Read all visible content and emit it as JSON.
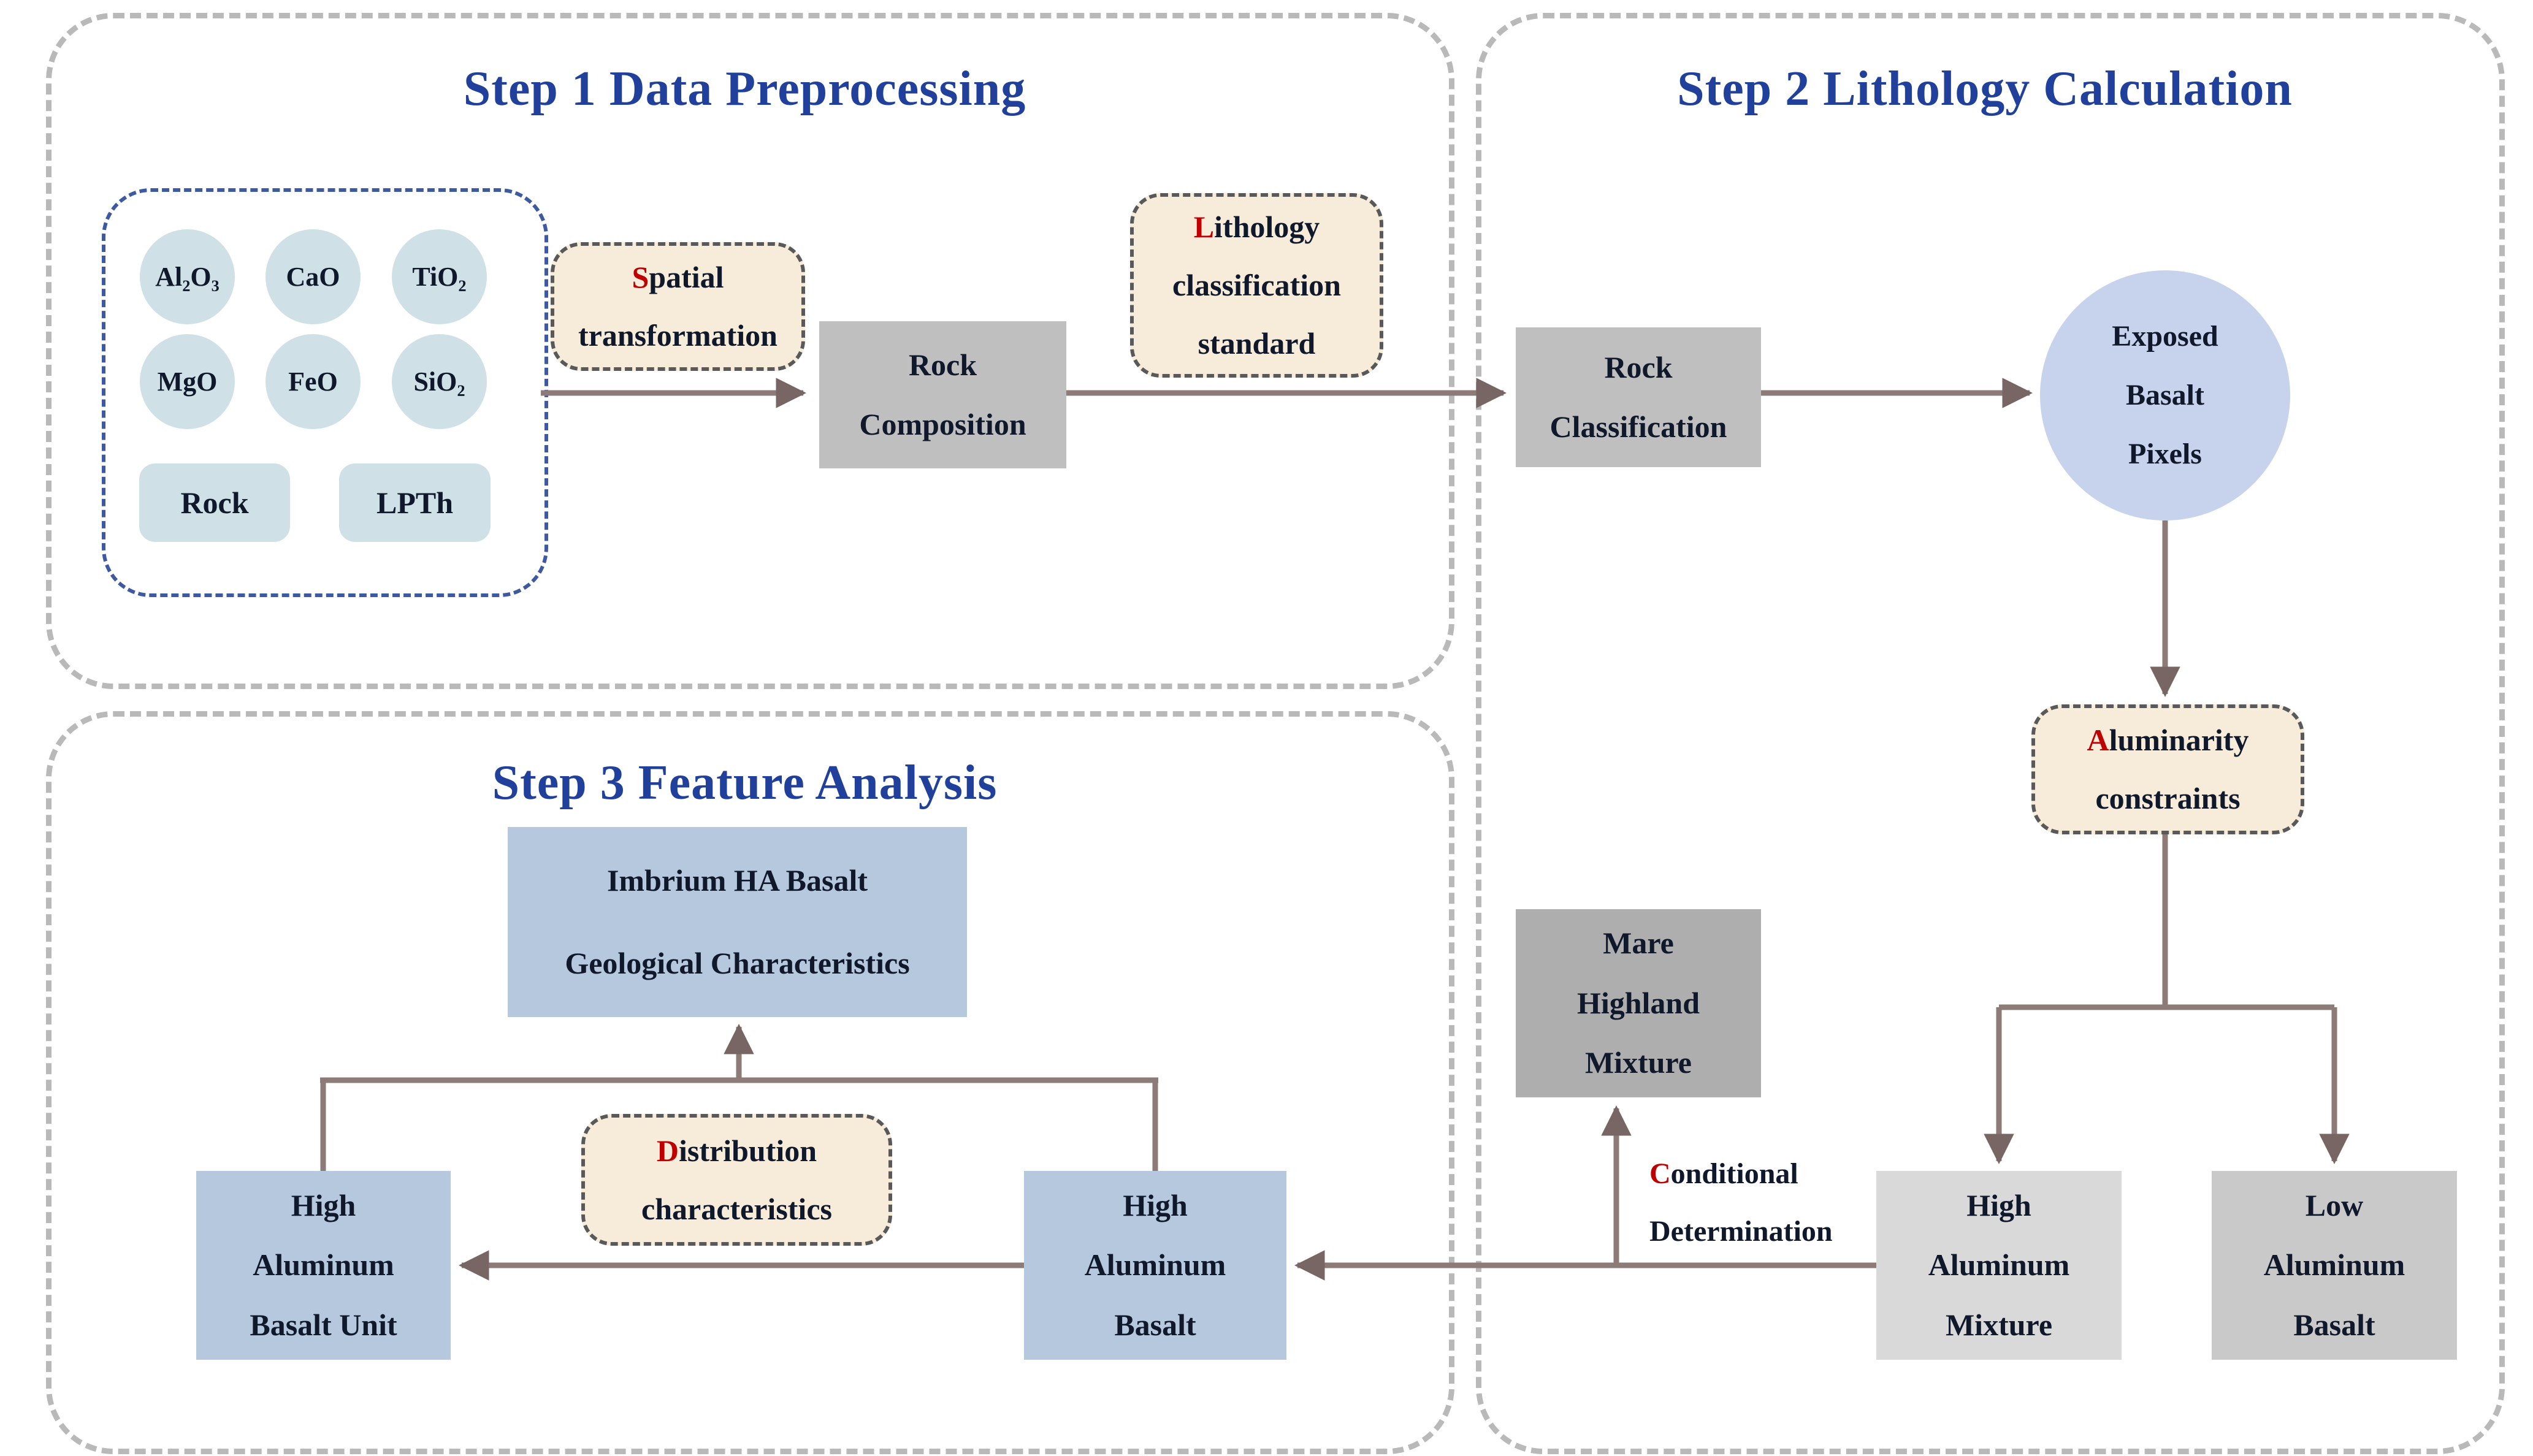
{
  "steps": {
    "step1": {
      "title": "Step 1 Data Preprocessing"
    },
    "step2": {
      "title": "Step 2 Lithology Calculation"
    },
    "step3": {
      "title": "Step 3 Feature Analysis"
    }
  },
  "inputs": {
    "circles": [
      "Al₂O₃",
      "CaO",
      "TiO₂",
      "MgO",
      "FeO",
      "SiO₂"
    ],
    "tiles": [
      "Rock",
      "LPTh"
    ]
  },
  "boxes": {
    "rock_composition": "Rock\nComposition",
    "rock_classification": "Rock\nClassification",
    "exposed_basalt_pixels": "Exposed\nBasalt\nPixels",
    "mare_highland_mixture": "Mare\nHighland\nMixture",
    "high_aluminum_mixture": "High\nAluminum\nMixture",
    "low_aluminum_basalt": "Low\nAluminum\nBasalt",
    "high_aluminum_basalt": "High\nAluminum\nBasalt",
    "high_aluminum_basalt_unit": "High\nAluminum\nBasalt Unit",
    "imbrium_ha_basalt": "Imbrium HA Basalt\nGeological Characteristics"
  },
  "tan": {
    "spatial": {
      "first": "S",
      "rest": "patial\ntransformation"
    },
    "lithology": {
      "first": "L",
      "rest": "ithology\nclassification\nstandard"
    },
    "aluminarity": {
      "first": "A",
      "rest": "luminarity\nconstraints"
    },
    "distribution": {
      "first": "D",
      "rest": "istribution\ncharacteristics"
    }
  },
  "annotations": {
    "conditional": {
      "first": "C",
      "rest": "onditional",
      "line2": "Determination"
    }
  },
  "colors": {
    "title_blue": "#21409b",
    "highlight_red": "#c00000",
    "panel_dash_gray": "#b9b9b9",
    "input_dash_blue": "#3d5aa0",
    "tan_fill": "#f7ecd9",
    "tan_dash": "#595959",
    "chip_fill": "#cfe1e6",
    "gray_fill_dark": "#aeaeae",
    "gray_fill_mid": "#bfbfbf",
    "gray_fill_light": "#d9d9d9",
    "blue_fill": "#b5c8dd",
    "circle_fill": "#c7d3ed",
    "arrow_line": "#8c7b77"
  }
}
